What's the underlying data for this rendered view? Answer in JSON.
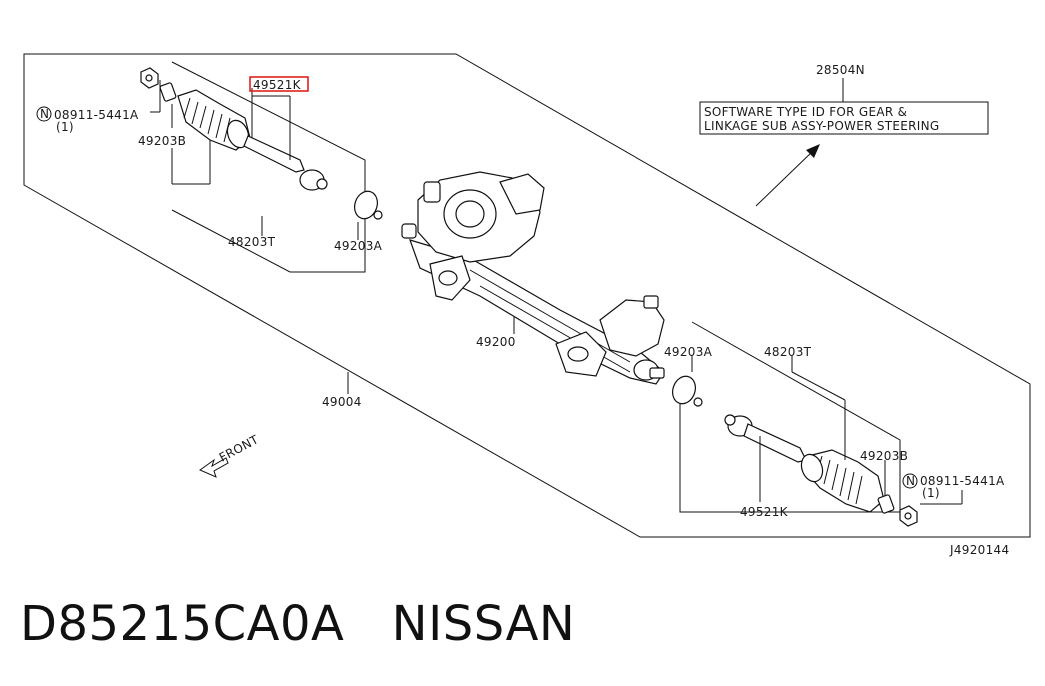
{
  "diagram": {
    "labels": {
      "p28504N": "28504N",
      "software_line1": "SOFTWARE TYPE ID FOR GEAR &",
      "software_line2": "LINKAGE SUB ASSY-POWER STEERING",
      "p49521K_top": "49521K",
      "p08911_left": "08911-5441A",
      "qty_left": "(1)",
      "p49203B_left": "49203B",
      "p48203T_left": "48203T",
      "p49203A_left": "49203A",
      "p49200": "49200",
      "p49004": "49004",
      "front": "FRONT",
      "p49203A_right": "49203A",
      "p48203T_right": "48203T",
      "p49203B_right": "49203B",
      "p08911_right": "08911-5441A",
      "qty_right": "(1)",
      "p49521K_bottom": "49521K",
      "ref": "J4920144",
      "n_symbol": "N"
    },
    "colors": {
      "highlight": "#e0201c",
      "line": "#111111"
    }
  },
  "caption": {
    "part_number": "D85215CA0A",
    "brand": "NISSAN"
  }
}
